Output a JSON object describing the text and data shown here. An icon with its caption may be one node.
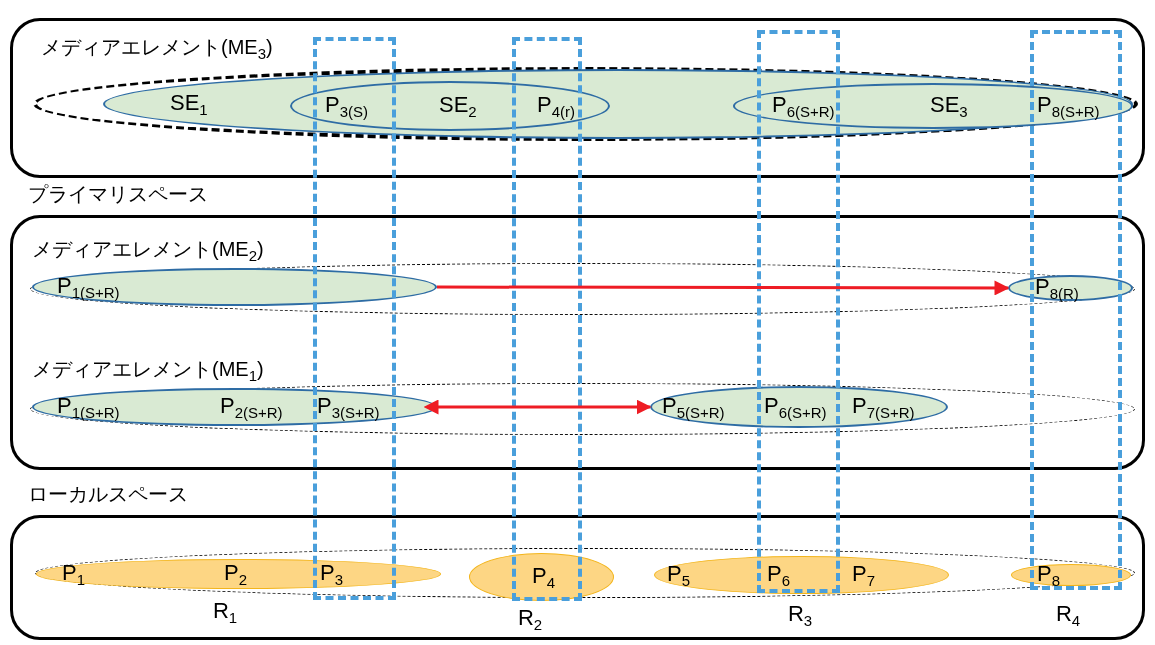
{
  "diagram": {
    "nodes": [
      {
        "text": [],
        "shape": "box"
      },
      {
        "text": [
          "メディアエレメント(ME$_{3}$)"
        ],
        "in": 0
      },
      {
        "text": [
          "SE$_{1}$"
        ],
        "in": 1
      },
      {
        "text": [
          "P$_{3(S)}$",
          "SE$_{2}$",
          "P$_{4(r)}$"
        ],
        "in": 2
      },
      {
        "text": [
          "P$_{6(S+R)}$",
          "SE$_{3}$",
          "P$_{8(S+R)}$"
        ],
        "in": 2
      },
      {
        "text": [
          "プライマリスペース"
        ]
      },
      {
        "text": [
          "メディアエレメント(ME$_{2}$)"
        ],
        "in": 5
      },
      {
        "text": [
          "P$_{1(S+R)}$"
        ],
        "in": 6
      },
      {
        "text": [
          "P$_{8(R)}$"
        ],
        "in": 6
      },
      {
        "text": [
          "メディアエレメント(ME$_{1}$)"
        ],
        "in": 5
      },
      {
        "text": [
          "P$_{1(S+R)}$",
          "P$_{2(S+R)}$",
          "P$_{3(S+R)}$"
        ],
        "in": 9
      },
      {
        "text": [
          "P$_{5(S+R)}$",
          "P$_{6(S+R)}$",
          "P$_{7(S+R)}$"
        ],
        "in": 9
      },
      {
        "text": [
          "ローカルスペース"
        ]
      },
      {
        "text": [],
        "shape": "ellipse",
        "in": 12
      },
      {
        "text": [
          "P$_{1}$",
          "P$_{2}$",
          "P$_{3}$"
        ],
        "beside": [
          "R$_{1}$"
        ],
        "in": 13
      },
      {
        "text": [
          "P$_{4}$"
        ],
        "beside": [
          "R$_{2}$"
        ],
        "in": 13
      },
      {
        "text": [
          "P$_{5}$",
          "P$_{6}$",
          "P$_{7}$"
        ],
        "beside": [
          "R$_{3}$"
        ],
        "in": 13
      },
      {
        "text": [
          "P$_{8}$"
        ],
        "beside": [
          "R$_{4}$"
        ],
        "in": 13
      }
    ],
    "edges": [
      {
        "from": 7,
        "to": 8,
        "arrow": "to",
        "color": "#ee1c24"
      },
      {
        "from": 10,
        "to": 11,
        "arrow": "both",
        "color": "#ee1c24"
      }
    ]
  }
}
